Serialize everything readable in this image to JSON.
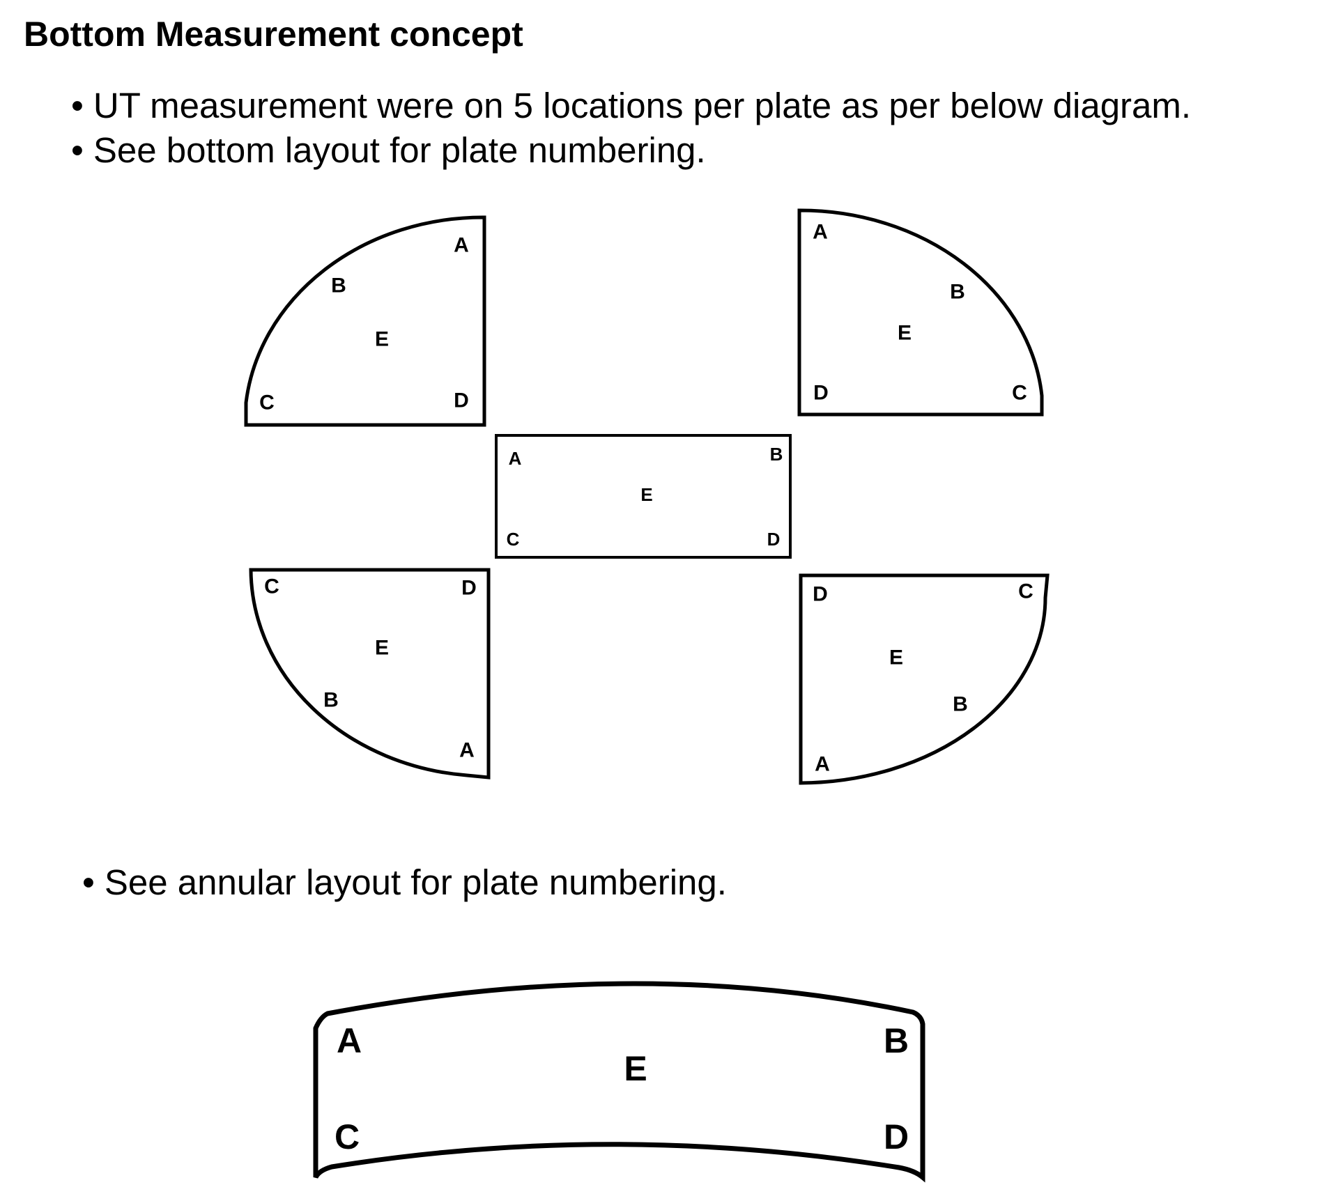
{
  "title": "Bottom Measurement concept",
  "bullets": {
    "bullet_char": "•",
    "item1": "UT measurement were on 5 locations per plate as per below diagram.",
    "item2": "See bottom layout for plate numbering.",
    "item3": "See annular layout for plate numbering."
  },
  "bottom_layout": {
    "top_left_plate": {
      "a": "A",
      "b": "B",
      "c": "C",
      "d": "D",
      "e": "E"
    },
    "top_right_plate": {
      "a": "A",
      "b": "B",
      "c": "C",
      "d": "D",
      "e": "E"
    },
    "center_plate": {
      "a": "A",
      "b": "B",
      "c": "C",
      "d": "D",
      "e": "E"
    },
    "bottom_left_plate": {
      "a": "A",
      "b": "B",
      "c": "C",
      "d": "D",
      "e": "E"
    },
    "bottom_right_plate": {
      "a": "A",
      "b": "B",
      "c": "C",
      "d": "D",
      "e": "E"
    }
  },
  "annular_plate": {
    "a": "A",
    "b": "B",
    "c": "C",
    "d": "D",
    "e": "E"
  }
}
